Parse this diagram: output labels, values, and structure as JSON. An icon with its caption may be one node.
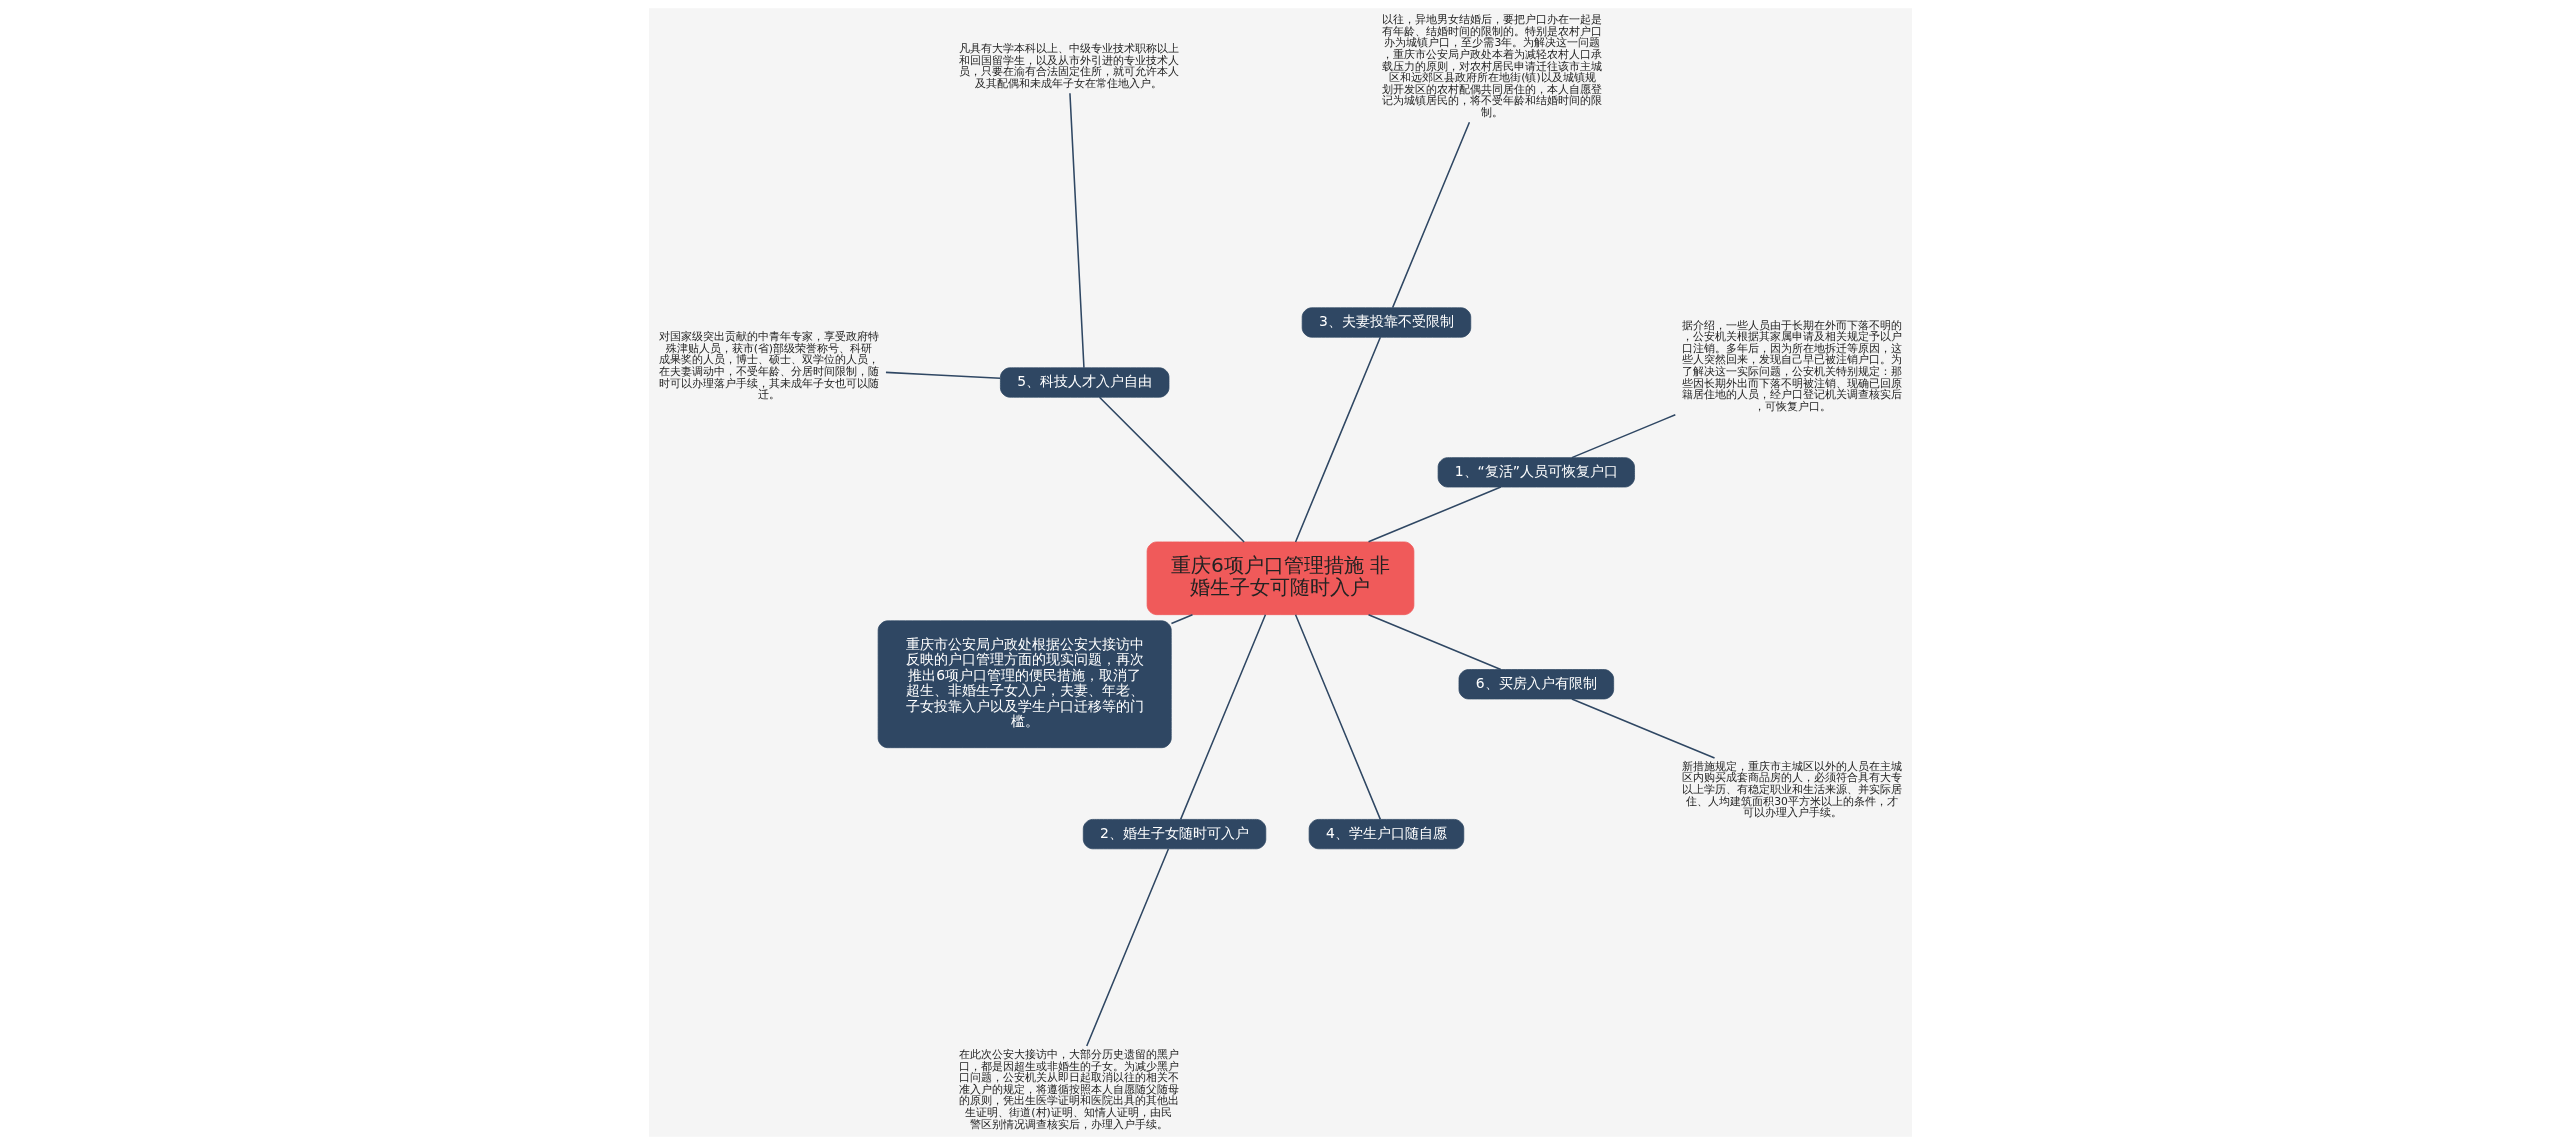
{
  "diagram": {
    "nodes": [
      {
        "text": [
          "重庆6项户口管理措施 非婚生子女可随时入户"
        ]
      },
      {
        "text": [
          "1、“复活”人员可恢复户口"
        ]
      },
      {
        "text": [
          "据介绍，一些人员由于长期在外而下落不明的，公安机关根据其家属申请及相关规定予以户口注销。多年后，因为所在地拆迁等原因，这些人突然回来，发现自己早已被注销户口。为了解决这一实际问题，公安机关特别规定：那些因长期外出而下落不明被注销、现确已回原籍居住地的人员，经户口登记机关调查核实后，可恢复户口。"
        ]
      },
      {
        "text": [
          "3、夫妻投靠不受限制"
        ]
      },
      {
        "text": [
          "以往，异地男女结婚后，要把户口办在一起是有年龄、结婚时间的限制的。特别是农村户口办为城镇户口，至少需3年。为解决这一问题，重庆市公安局户政处本着为减轻农村人口承载压力的原则，对农村居民申请迁往该市主城区和远郊区县政府所在地街(镇)以及城镇规划开发区的农村配偶共同居住的，本人自愿登记为城镇居民的，将不受年龄和结婚时间的限制。"
        ]
      },
      {
        "text": [
          "5、科技人才入户自由"
        ]
      },
      {
        "text": [
          "凡具有大学本科以上、中级专业技术职称以上和回国留学生，以及从市外引进的专业技术人员，只要在渝有合法固定住所，就可允许本人及其配偶和未成年子女在常住地入户。"
        ]
      },
      {
        "text": [
          "对国家级突出贡献的中青年专家，享受政府特殊津贴人员，获市(省)部级荣誉称号、科研成果奖的人员，博士、硕士、双学位的人员，在夫妻调动中，不受年龄、分居时间限制，随时可以办理落户手续，其未成年子女也可以随迁。"
        ]
      },
      {
        "text": [
          "重庆市公安局户政处根据公安大接访中反映的户口管理方面的现实问题，再次推出6项户口管理的便民措施，取消了超生、非婚生子女入户，夫妻、年老、子女投靠入户以及学生户口迁移等的门槛。"
        ]
      },
      {
        "text": [
          "2、婚生子女随时可入户"
        ]
      },
      {
        "text": [
          "在此次公安大接访中，大部分历史遗留的黑户口，都是因超生或非婚生的子女。为减少黑户口问题，公安机关从即日起取消以往的相关不准入户的规定，将遵循按照本人自愿随父随母的原则，凭出生医学证明和医院出具的其他出生证明、街道(村)证明、知情人证明，由民警区别情况调查核实后，办理入户手续。"
        ]
      },
      {
        "text": [
          "4、学生户口随自愿"
        ]
      },
      {
        "text": [
          "6、买房入户有限制"
        ]
      },
      {
        "text": [
          "新措施规定，重庆市主城区以外的人员在主城区内购买成套商品房的人，必须符合具有大专以上学历、有稳定职业和生活来源、并实际居住、人均建筑面积30平方米以上的条件，才可以办理入户手续。"
        ]
      }
    ],
    "edges": [
      {
        "from": 0,
        "to": 1,
        "arrow": "none"
      },
      {
        "from": 1,
        "to": 2,
        "arrow": "none"
      },
      {
        "from": 0,
        "to": 3,
        "arrow": "none"
      },
      {
        "from": 3,
        "to": 4,
        "arrow": "none"
      },
      {
        "from": 0,
        "to": 5,
        "arrow": "none"
      },
      {
        "from": 5,
        "to": 6,
        "arrow": "none"
      },
      {
        "from": 5,
        "to": 7,
        "arrow": "none"
      },
      {
        "from": 0,
        "to": 8,
        "arrow": "none"
      },
      {
        "from": 0,
        "to": 9,
        "arrow": "none"
      },
      {
        "from": 9,
        "to": 10,
        "arrow": "none"
      },
      {
        "from": 0,
        "to": 11,
        "arrow": "none"
      },
      {
        "from": 0,
        "to": 12,
        "arrow": "none"
      },
      {
        "from": 12,
        "to": 13,
        "arrow": "none"
      }
    ]
  }
}
